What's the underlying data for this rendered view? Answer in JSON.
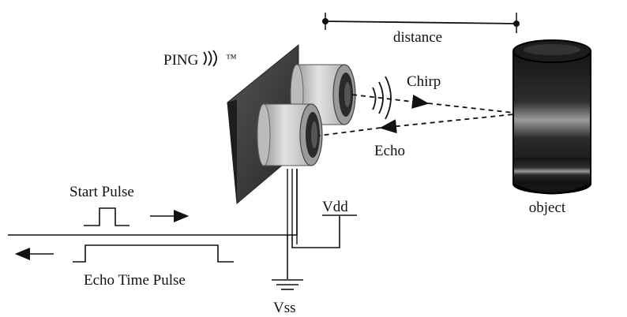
{
  "labels": {
    "distance": "distance",
    "ping_brand": "PING",
    "trademark": "™",
    "chirp": "Chirp",
    "echo": "Echo",
    "object": "object",
    "start_pulse": "Start Pulse",
    "echo_time_pulse": "Echo Time Pulse",
    "vdd": "Vdd",
    "vss": "Vss"
  },
  "icons": {
    "ping_waves": "sound-wave-icon",
    "ground": "ground-icon"
  },
  "colors": {
    "line": "#111111",
    "board": "#3a3a3a",
    "transducer": "#cfcfcf",
    "object_dark": "#1a1a1a",
    "object_mid": "#8a8a8a"
  }
}
